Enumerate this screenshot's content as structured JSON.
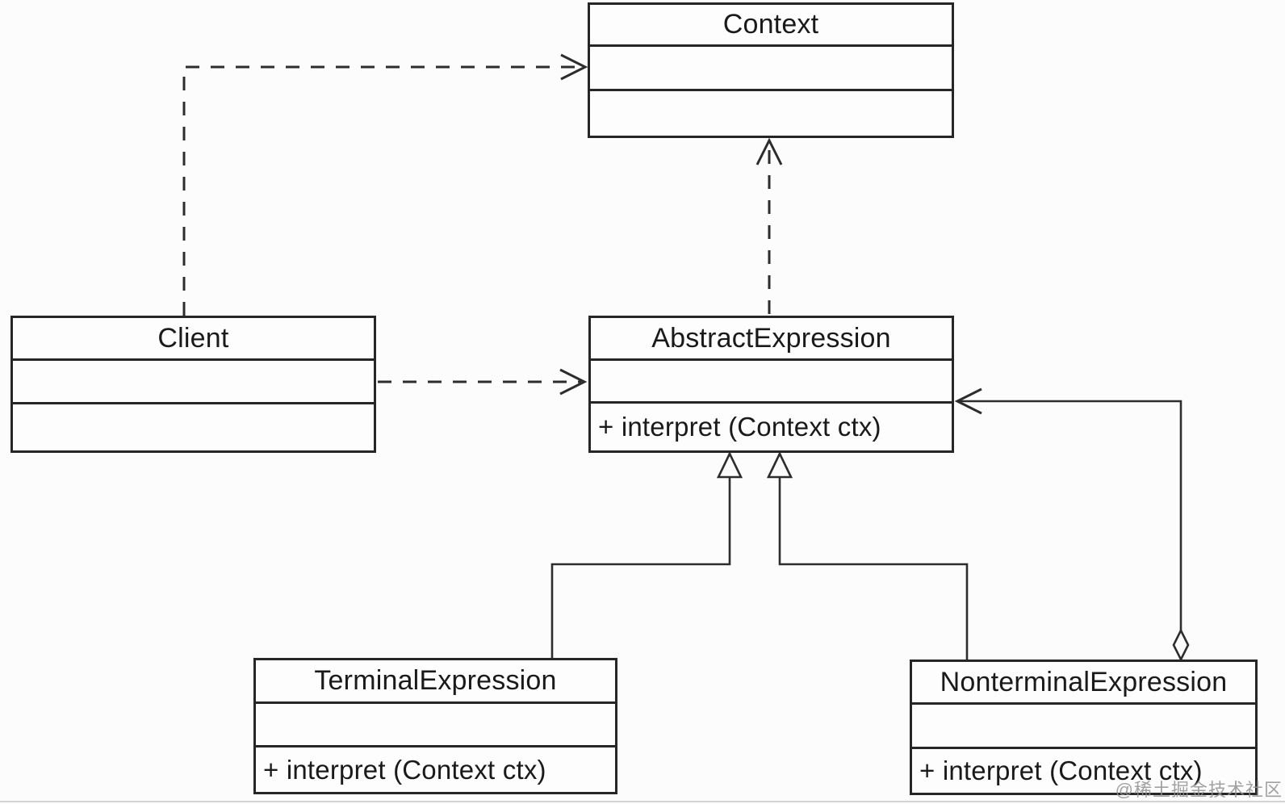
{
  "watermark": {
    "text": "@稀土掘金技术社区"
  },
  "colors": {
    "background": "#fcfcfc",
    "line": "#2d2d2d",
    "text": "#1a1a1a",
    "watermark": "#919191"
  },
  "classes": {
    "context": {
      "name": "Context"
    },
    "client": {
      "name": "Client"
    },
    "abstract_expression": {
      "name": "AbstractExpression",
      "methods_text": "+ interpret (Context ctx)"
    },
    "terminal_expression": {
      "name": "TerminalExpression",
      "methods_text": "+ interpret (Context ctx)"
    },
    "nonterminal_expression": {
      "name": "NonterminalExpression",
      "methods_text": "+ interpret (Context ctx)"
    }
  },
  "connections": [
    {
      "from": "Client",
      "to": "Context",
      "type": "dependency",
      "style": "dashed, open arrow into Context left side"
    },
    {
      "from": "Client",
      "to": "AbstractExpression",
      "type": "dependency",
      "style": "dashed, open arrow into AbstractExpression left side"
    },
    {
      "from": "AbstractExpression",
      "to": "Context",
      "type": "dependency",
      "style": "dashed, open arrow into Context bottom"
    },
    {
      "from": "TerminalExpression",
      "to": "AbstractExpression",
      "type": "generalization",
      "style": "solid, hollow triangle at AbstractExpression bottom"
    },
    {
      "from": "NonterminalExpression",
      "to": "AbstractExpression",
      "type": "generalization",
      "style": "solid, hollow triangle at AbstractExpression bottom"
    },
    {
      "from": "NonterminalExpression",
      "to": "AbstractExpression",
      "type": "aggregation",
      "style": "solid, hollow diamond at NonterminalExpression top, open arrow into AbstractExpression right side"
    }
  ]
}
